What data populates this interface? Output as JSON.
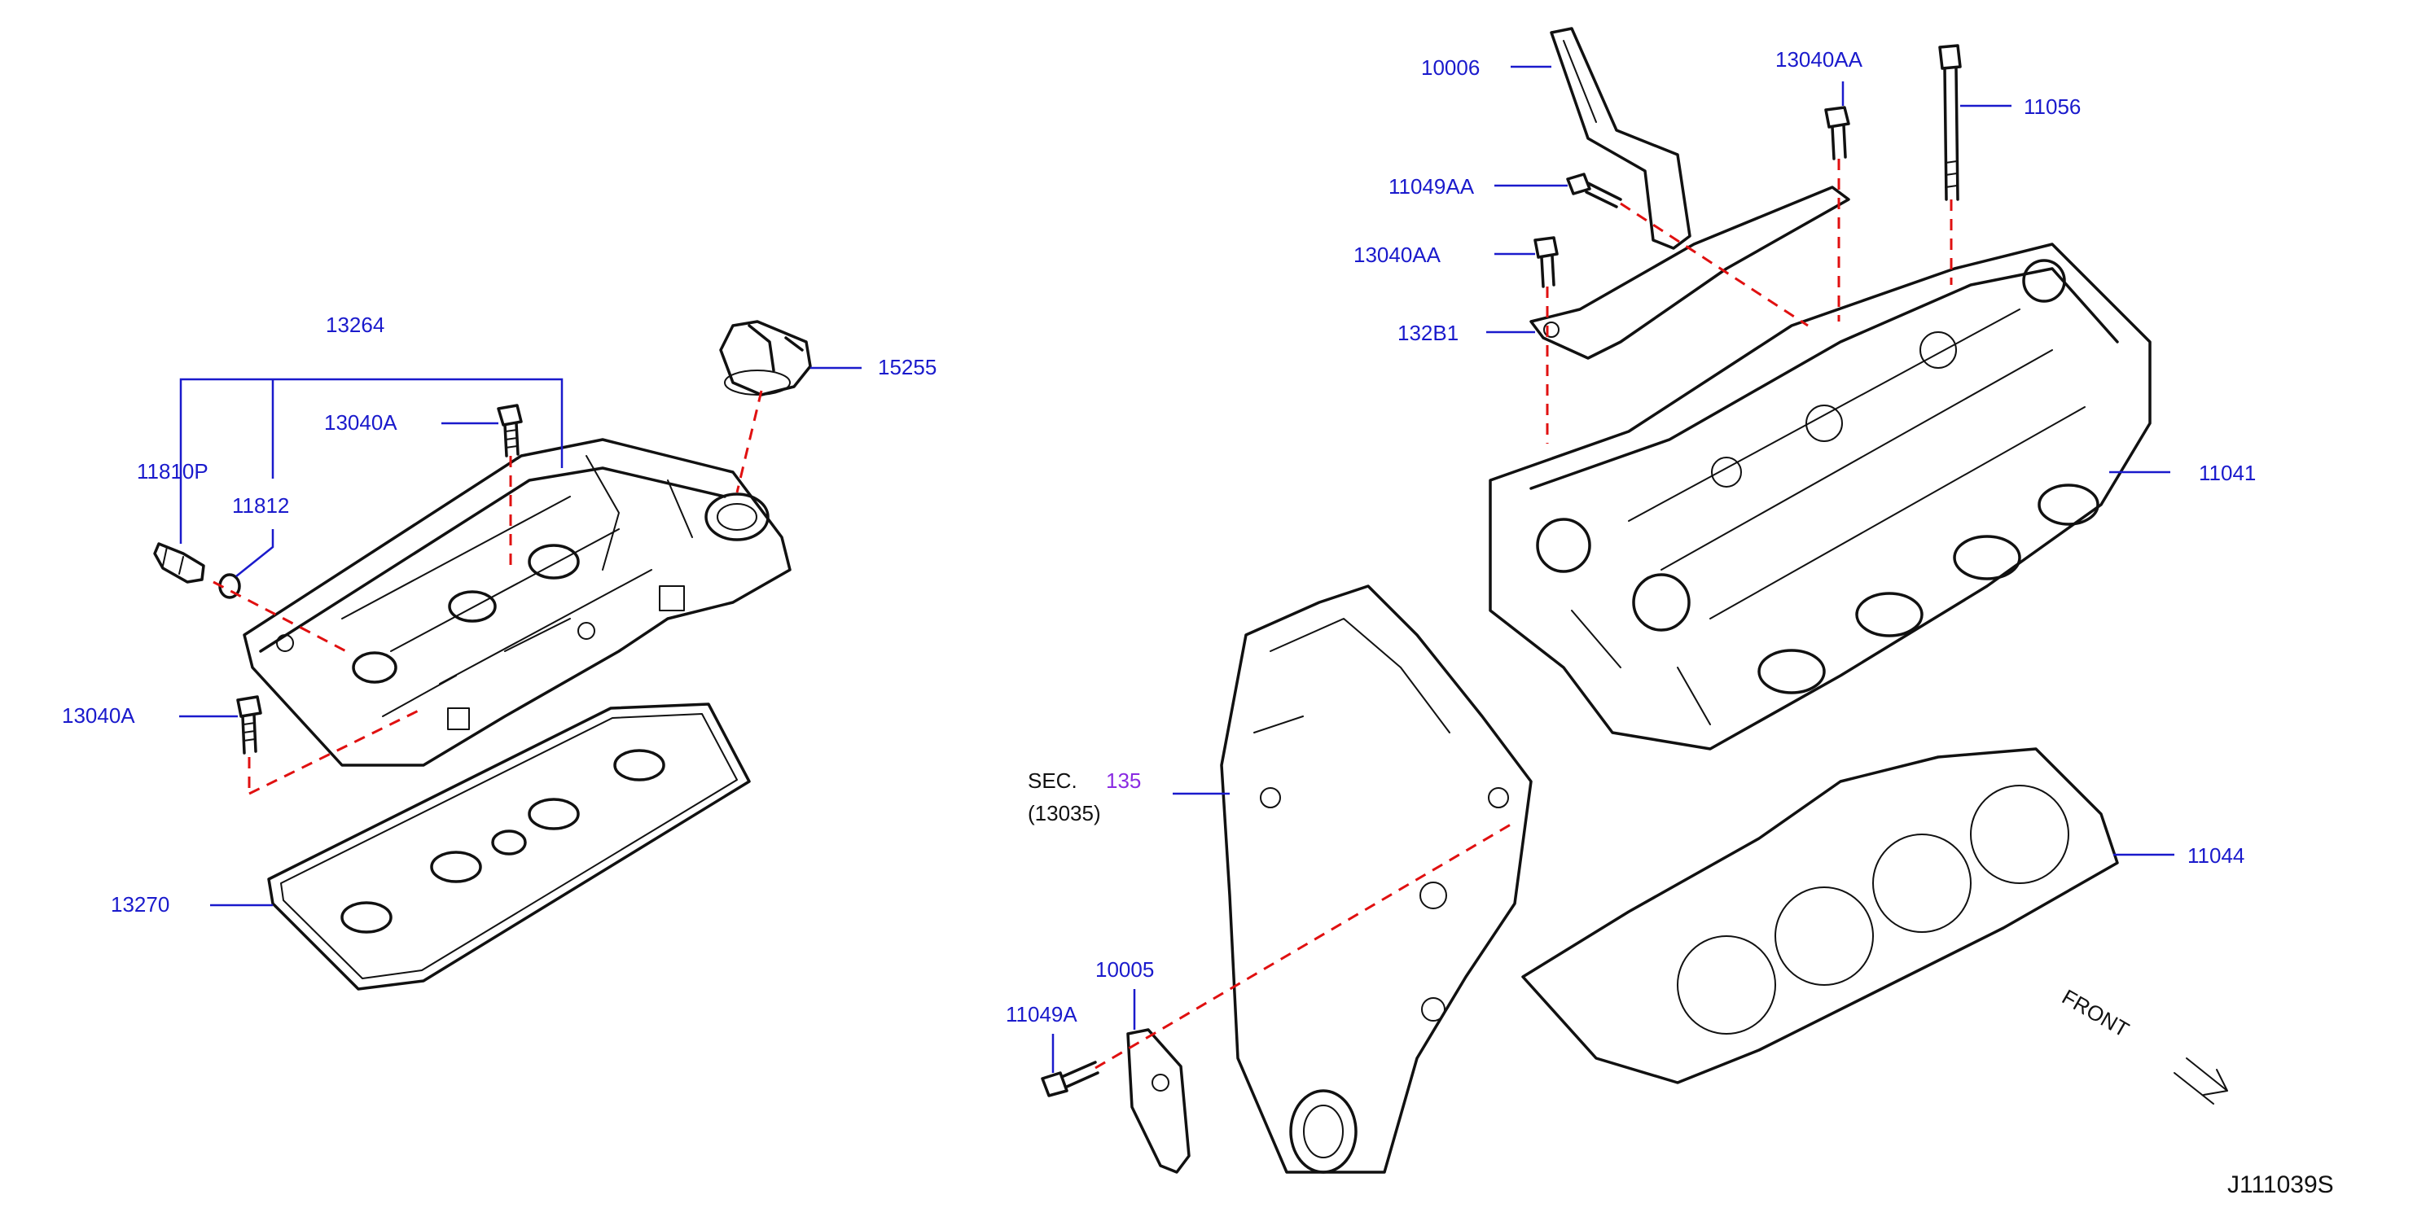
{
  "drawing_id": "J111039S",
  "orientation": {
    "front_label": "FRONT"
  },
  "section_ref": {
    "prefix": "SEC.",
    "number": "135",
    "sub": "(13035)"
  },
  "callouts": {
    "c13264": "13264",
    "c13040A_top": "13040A",
    "c11810P": "11810P",
    "c11812": "11812",
    "c15255": "15255",
    "c13040A_bottom": "13040A",
    "c13270": "13270",
    "c10006": "10006",
    "c13040AA_top": "13040AA",
    "c11056": "11056",
    "c11049AA": "11049AA",
    "c13040AA_left": "13040AA",
    "c132B1": "132B1",
    "c11041": "11041",
    "c11044": "11044",
    "c10005": "10005",
    "c11049A": "11049A"
  },
  "colors": {
    "callout": "#1a1acc",
    "dashed_line": "#e01010",
    "section_number": "#8a2be2",
    "outline": "#111111"
  }
}
